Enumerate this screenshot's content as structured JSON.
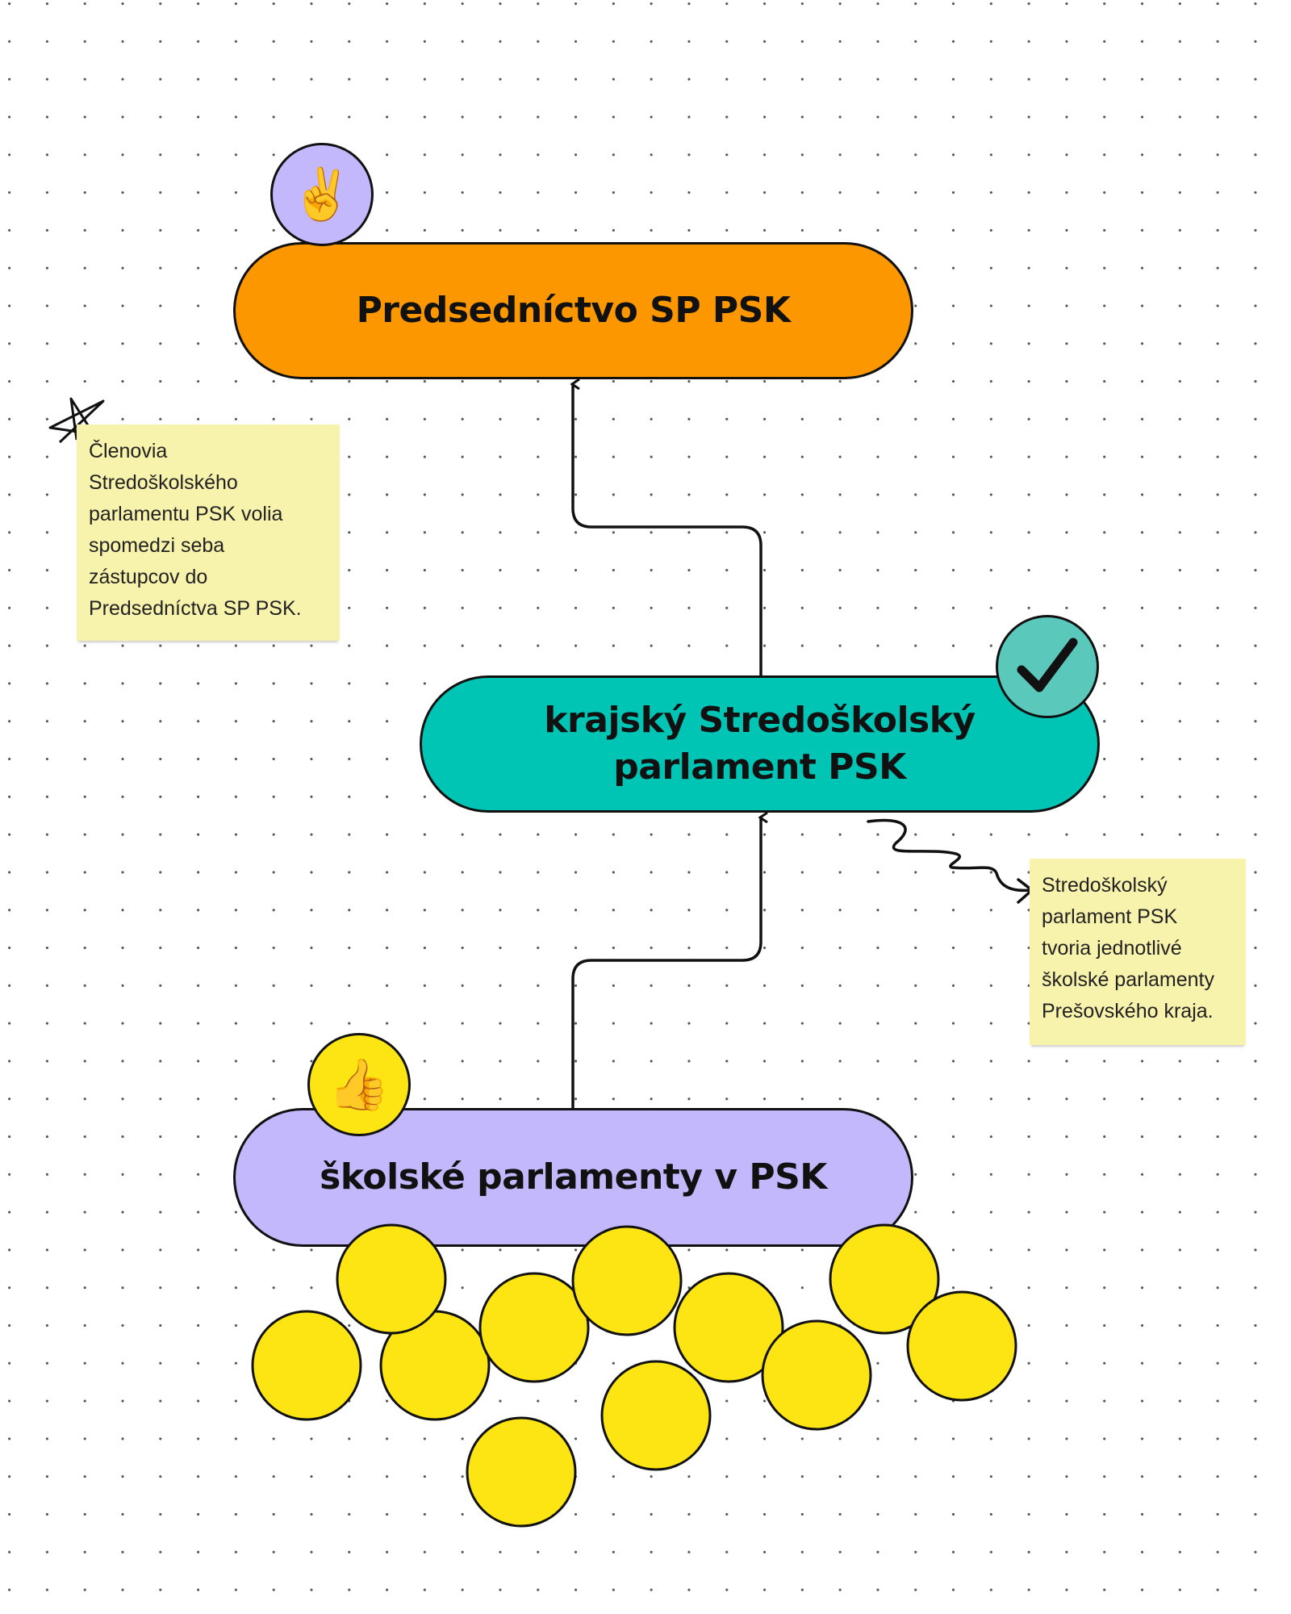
{
  "nodes": {
    "top": {
      "label": "Predsedníctvo SP PSK",
      "color": "#fc9700",
      "icon": "victory-hand-icon",
      "icon_bg": "#c4b8fc"
    },
    "middle": {
      "label_line1": "krajský Stredoškolský",
      "label_line2": "parlament PSK",
      "color": "#00c4b4",
      "icon": "checkmark-icon",
      "icon_bg": "#5bc8bc"
    },
    "bottom": {
      "label": "školské parlamenty v PSK",
      "color": "#c4b8fc",
      "icon": "thumbs-up-icon",
      "icon_bg": "#fde514"
    }
  },
  "notes": {
    "left": {
      "lines": [
        "Členovia",
        "Stredoškolského",
        "parlamentu PSK volia",
        "spomedzi seba",
        "zástupcov do",
        "Predsedníctva SP PSK."
      ],
      "icon": "star-doodle-icon",
      "color": "#f8f3ac"
    },
    "right": {
      "lines": [
        "Stredoškolský",
        "parlament PSK",
        "tvoria jednotlivé",
        "školské parlamenty",
        "Prešovského kraja."
      ],
      "icon": "squiggle-arrow-icon",
      "color": "#f8f3ac"
    }
  },
  "school_circles": {
    "count": 11,
    "color": "#fde514"
  }
}
